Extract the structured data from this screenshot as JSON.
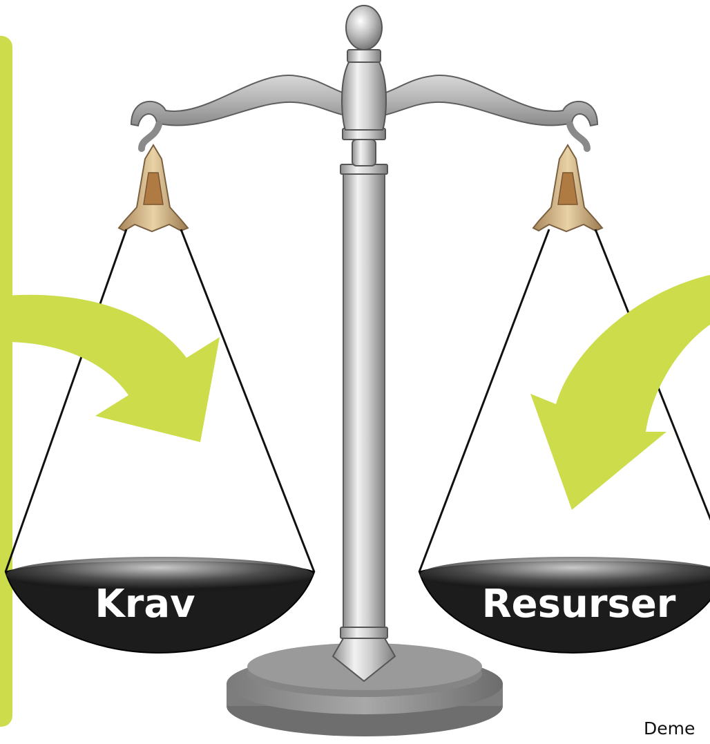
{
  "pans": {
    "left_label": "Krav",
    "right_label": "Resurser"
  },
  "credit": "Deme",
  "colors": {
    "accent": "#cddc4b",
    "metal_light": "#e6e6e6",
    "metal_dark": "#7a7a7a",
    "pan": "#1c1c1c",
    "brass": "#c9a877"
  }
}
